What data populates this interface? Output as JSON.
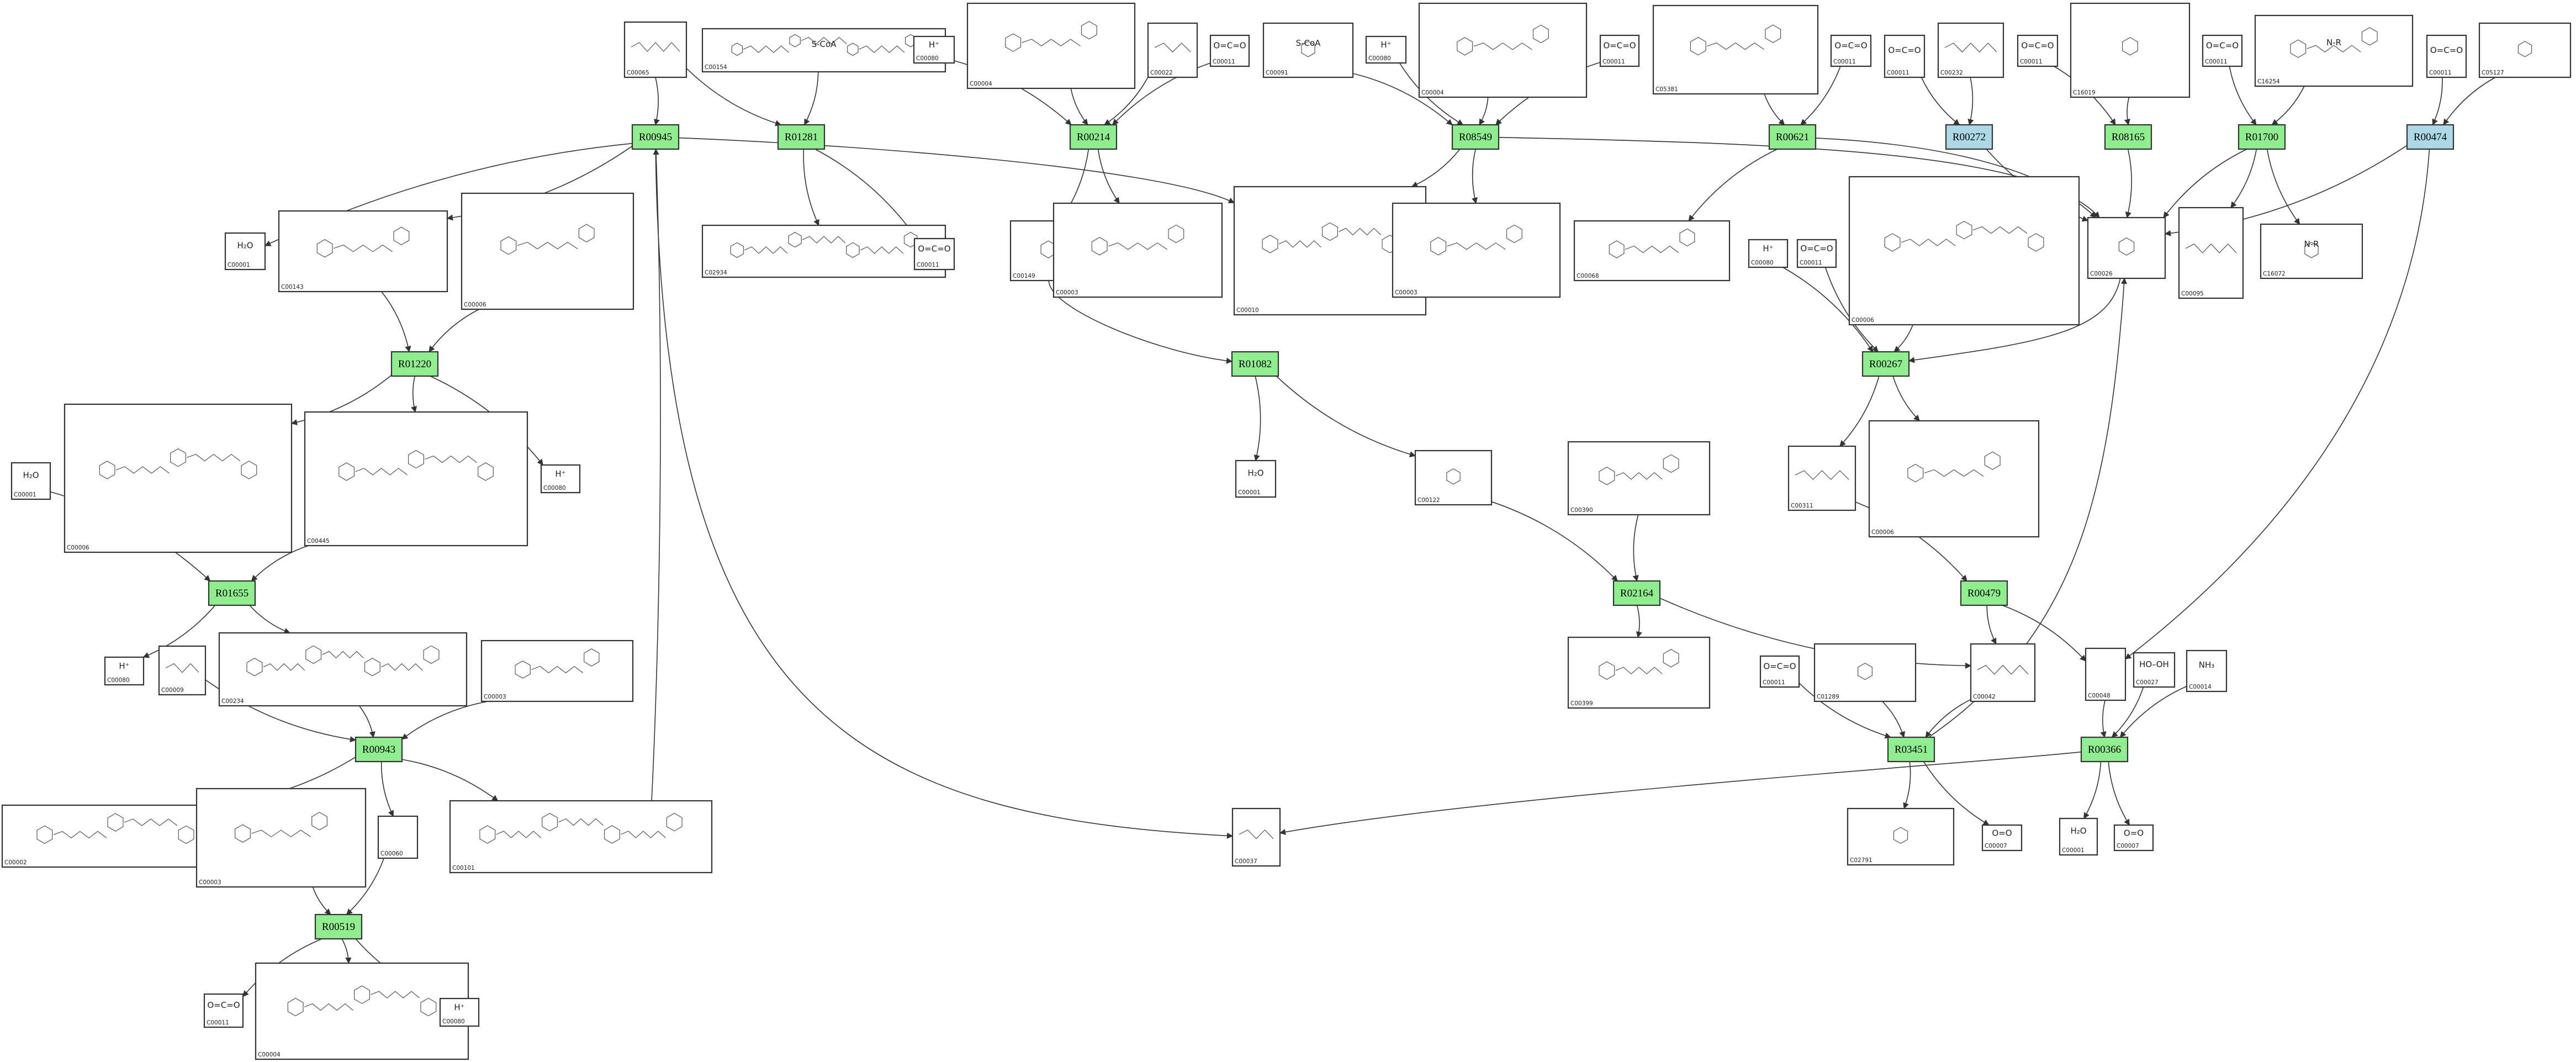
{
  "colors": {
    "reaction_fill": "#90ee90",
    "reaction_highlight_fill": "#add8e6",
    "box_stroke": "#333333",
    "edge_stroke": "#333333"
  },
  "reactions": [
    {
      "id": "R00945",
      "label": "R00945",
      "style": "green"
    },
    {
      "id": "R01281",
      "label": "R01281",
      "style": "green"
    },
    {
      "id": "R00214",
      "label": "R00214",
      "style": "green"
    },
    {
      "id": "R08549",
      "label": "R08549",
      "style": "green"
    },
    {
      "id": "R00621",
      "label": "R00621",
      "style": "green"
    },
    {
      "id": "R00272",
      "label": "R00272",
      "style": "blue"
    },
    {
      "id": "R08165",
      "label": "R08165",
      "style": "green"
    },
    {
      "id": "R01700",
      "label": "R01700",
      "style": "green"
    },
    {
      "id": "R00474",
      "label": "R00474",
      "style": "blue"
    },
    {
      "id": "R01220",
      "label": "R01220",
      "style": "green"
    },
    {
      "id": "R01082",
      "label": "R01082",
      "style": "green"
    },
    {
      "id": "R00267",
      "label": "R00267",
      "style": "green"
    },
    {
      "id": "R01655",
      "label": "R01655",
      "style": "green"
    },
    {
      "id": "R02164",
      "label": "R02164",
      "style": "green"
    },
    {
      "id": "R00479",
      "label": "R00479",
      "style": "green"
    },
    {
      "id": "R00943",
      "label": "R00943",
      "style": "green"
    },
    {
      "id": "R03451",
      "label": "R03451",
      "style": "green"
    },
    {
      "id": "R00366",
      "label": "R00366",
      "style": "green"
    },
    {
      "id": "R00519",
      "label": "R00519",
      "style": "green"
    }
  ],
  "compounds": [
    {
      "id": "C00065a",
      "label": "C00065",
      "formula": ""
    },
    {
      "id": "C00154",
      "label": "C00154",
      "formula": "S-CoA"
    },
    {
      "id": "C00080a",
      "label": "C00080",
      "formula": "H⁺"
    },
    {
      "id": "C00004a",
      "label": "C00004",
      "formula": ""
    },
    {
      "id": "C00022",
      "label": "C00022",
      "formula": ""
    },
    {
      "id": "C00011a",
      "label": "C00011",
      "formula": "O=C=O"
    },
    {
      "id": "C00091",
      "label": "C00091",
      "formula": "S-CoA"
    },
    {
      "id": "C00080b",
      "label": "C00080",
      "formula": "H⁺"
    },
    {
      "id": "C00004b",
      "label": "C00004",
      "formula": ""
    },
    {
      "id": "C00011b",
      "label": "C00011",
      "formula": "O=C=O"
    },
    {
      "id": "C05381",
      "label": "C05381",
      "formula": ""
    },
    {
      "id": "C00011c",
      "label": "C00011",
      "formula": "O=C=O"
    },
    {
      "id": "C00011d",
      "label": "C00011",
      "formula": "O=C=O"
    },
    {
      "id": "C00232",
      "label": "C00232",
      "formula": ""
    },
    {
      "id": "C00011e",
      "label": "C00011",
      "formula": "O=C=O"
    },
    {
      "id": "C16019",
      "label": "C16019",
      "formula": ""
    },
    {
      "id": "C00011f",
      "label": "C00011",
      "formula": "O=C=O"
    },
    {
      "id": "C16254",
      "label": "C16254",
      "formula": "N-R"
    },
    {
      "id": "C00011g",
      "label": "C00011",
      "formula": "O=C=O"
    },
    {
      "id": "C05127",
      "label": "C05127",
      "formula": ""
    },
    {
      "id": "C00001a",
      "label": "C00001",
      "formula": "H₂O"
    },
    {
      "id": "C00143",
      "label": "C00143",
      "formula": ""
    },
    {
      "id": "C00006a",
      "label": "C00006",
      "formula": ""
    },
    {
      "id": "C02934",
      "label": "C02934",
      "formula": ""
    },
    {
      "id": "C00011h",
      "label": "C00011",
      "formula": "O=C=O"
    },
    {
      "id": "C00149",
      "label": "C00149",
      "formula": ""
    },
    {
      "id": "C00003a",
      "label": "C00003",
      "formula": ""
    },
    {
      "id": "C00010",
      "label": "C00010",
      "formula": ""
    },
    {
      "id": "C00003b",
      "label": "C00003",
      "formula": ""
    },
    {
      "id": "C00068",
      "label": "C00068",
      "formula": ""
    },
    {
      "id": "C00080c",
      "label": "C00080",
      "formula": "H⁺"
    },
    {
      "id": "C00011i",
      "label": "C00011",
      "formula": "O=C=O"
    },
    {
      "id": "C00006b",
      "label": "C00006",
      "formula": ""
    },
    {
      "id": "C00026",
      "label": "C00026",
      "formula": ""
    },
    {
      "id": "C00095",
      "label": "C00095",
      "formula": ""
    },
    {
      "id": "C16072",
      "label": "C16072",
      "formula": "N-R"
    },
    {
      "id": "C00006c",
      "label": "C00006",
      "formula": ""
    },
    {
      "id": "C00445",
      "label": "C00445",
      "formula": ""
    },
    {
      "id": "C00080d",
      "label": "C00080",
      "formula": "H⁺"
    },
    {
      "id": "C00001b",
      "label": "C00001",
      "formula": "H₂O"
    },
    {
      "id": "C00001c",
      "label": "C00001",
      "formula": "H₂O"
    },
    {
      "id": "C00122",
      "label": "C00122",
      "formula": ""
    },
    {
      "id": "C00390",
      "label": "C00390",
      "formula": ""
    },
    {
      "id": "C00311",
      "label": "C00311",
      "formula": ""
    },
    {
      "id": "C00006d",
      "label": "C00006",
      "formula": ""
    },
    {
      "id": "C00080e",
      "label": "C00080",
      "formula": "H⁺"
    },
    {
      "id": "C00009",
      "label": "C00009",
      "formula": ""
    },
    {
      "id": "C00234",
      "label": "C00234",
      "formula": ""
    },
    {
      "id": "C00003c",
      "label": "C00003",
      "formula": ""
    },
    {
      "id": "C00399",
      "label": "C00399",
      "formula": ""
    },
    {
      "id": "C00011j",
      "label": "C00011",
      "formula": "O=C=O"
    },
    {
      "id": "C01289",
      "label": "C01289",
      "formula": ""
    },
    {
      "id": "C00042",
      "label": "C00042",
      "formula": ""
    },
    {
      "id": "C00048",
      "label": "C00048",
      "formula": ""
    },
    {
      "id": "C00027",
      "label": "C00027",
      "formula": "HO–OH"
    },
    {
      "id": "C00014",
      "label": "C00014",
      "formula": "NH₃"
    },
    {
      "id": "C00002",
      "label": "C00002",
      "formula": ""
    },
    {
      "id": "C00003d",
      "label": "C00003",
      "formula": ""
    },
    {
      "id": "C00060",
      "label": "C00060",
      "formula": ""
    },
    {
      "id": "C00101",
      "label": "C00101",
      "formula": ""
    },
    {
      "id": "C00037",
      "label": "C00037",
      "formula": ""
    },
    {
      "id": "C02791",
      "label": "C02791",
      "formula": ""
    },
    {
      "id": "C00007a",
      "label": "C00007",
      "formula": "O=O"
    },
    {
      "id": "C00001d",
      "label": "C00001",
      "formula": "H₂O"
    },
    {
      "id": "C00007b",
      "label": "C00007",
      "formula": "O=O"
    },
    {
      "id": "C00011k",
      "label": "C00011",
      "formula": "O=C=O"
    },
    {
      "id": "C00004c",
      "label": "C00004",
      "formula": ""
    },
    {
      "id": "C00080f",
      "label": "C00080",
      "formula": "H⁺"
    }
  ],
  "edges": [
    [
      "C00065a",
      "R00945"
    ],
    [
      "R00945",
      "C00001a"
    ],
    [
      "R00945",
      "C00143"
    ],
    [
      "C00065a",
      "R01281"
    ],
    [
      "C00154",
      "R01281"
    ],
    [
      "R01281",
      "C02934"
    ],
    [
      "R01281",
      "C00011h"
    ],
    [
      "R00945",
      "C00010"
    ],
    [
      "C00080a",
      "R00214"
    ],
    [
      "C00004a",
      "R00214"
    ],
    [
      "C00022",
      "R00214"
    ],
    [
      "C00011a",
      "R00214"
    ],
    [
      "R00214",
      "C00149"
    ],
    [
      "R00214",
      "C00003a"
    ],
    [
      "C00091",
      "R08549"
    ],
    [
      "C00080b",
      "R08549"
    ],
    [
      "C00004b",
      "R08549"
    ],
    [
      "C00011b",
      "R08549"
    ],
    [
      "R08549",
      "C00010"
    ],
    [
      "R08549",
      "C00003b"
    ],
    [
      "R08549",
      "C00026"
    ],
    [
      "C05381",
      "R00621"
    ],
    [
      "C00011c",
      "R00621"
    ],
    [
      "R00621",
      "C00068"
    ],
    [
      "R00621",
      "C00026"
    ],
    [
      "C00011d",
      "R00272"
    ],
    [
      "C00232",
      "R00272"
    ],
    [
      "R00272",
      "C00026"
    ],
    [
      "C00011e",
      "R08165"
    ],
    [
      "C16019",
      "R08165"
    ],
    [
      "R08165",
      "C00026"
    ],
    [
      "C00011f",
      "R01700"
    ],
    [
      "C16254",
      "R01700"
    ],
    [
      "R01700",
      "C00026"
    ],
    [
      "R01700",
      "C00095"
    ],
    [
      "R01700",
      "C16072"
    ],
    [
      "C00011g",
      "R00474"
    ],
    [
      "C05127",
      "R00474"
    ],
    [
      "R00474",
      "C00026"
    ],
    [
      "R00474",
      "C00048"
    ],
    [
      "C00143",
      "R01220"
    ],
    [
      "C00006a",
      "R01220"
    ],
    [
      "R01220",
      "C00006c"
    ],
    [
      "R01220",
      "C00445"
    ],
    [
      "R01220",
      "C00080d"
    ],
    [
      "C00149",
      "R01082"
    ],
    [
      "R01082",
      "C00001c"
    ],
    [
      "R01082",
      "C00122"
    ],
    [
      "C00080c",
      "R00267"
    ],
    [
      "C00011i",
      "R00267"
    ],
    [
      "C00006b",
      "R00267"
    ],
    [
      "C00026",
      "R00267"
    ],
    [
      "R00267",
      "C00311"
    ],
    [
      "R00267",
      "C00006d"
    ],
    [
      "C00001b",
      "R01655"
    ],
    [
      "C00445",
      "R01655"
    ],
    [
      "R01655",
      "C00080e"
    ],
    [
      "R01655",
      "C00234"
    ],
    [
      "C00122",
      "R02164"
    ],
    [
      "C00390",
      "R02164"
    ],
    [
      "R02164",
      "C00399"
    ],
    [
      "R02164",
      "C00042"
    ],
    [
      "C00311",
      "R00479"
    ],
    [
      "R00479",
      "C00042"
    ],
    [
      "R00479",
      "C00048"
    ],
    [
      "C00009",
      "R00943"
    ],
    [
      "C00234",
      "R00943"
    ],
    [
      "C00003c",
      "R00943"
    ],
    [
      "R00943",
      "C00002"
    ],
    [
      "R00943",
      "C00060"
    ],
    [
      "R00943",
      "C00101"
    ],
    [
      "C00101",
      "R00945"
    ],
    [
      "R00945",
      "C00037"
    ],
    [
      "C00011j",
      "R03451"
    ],
    [
      "C01289",
      "R03451"
    ],
    [
      "C00042",
      "R03451"
    ],
    [
      "R03451",
      "C02791"
    ],
    [
      "R03451",
      "C00007a"
    ],
    [
      "R03451",
      "C00026"
    ],
    [
      "C00048",
      "R00366"
    ],
    [
      "C00027",
      "R00366"
    ],
    [
      "C00014",
      "R00366"
    ],
    [
      "R00366",
      "C00001d"
    ],
    [
      "R00366",
      "C00007b"
    ],
    [
      "R00366",
      "C00037"
    ],
    [
      "C00003d",
      "R00519"
    ],
    [
      "C00060",
      "R00519"
    ],
    [
      "R00519",
      "C00011k"
    ],
    [
      "R00519",
      "C00004c"
    ],
    [
      "R00519",
      "C00080f"
    ]
  ]
}
